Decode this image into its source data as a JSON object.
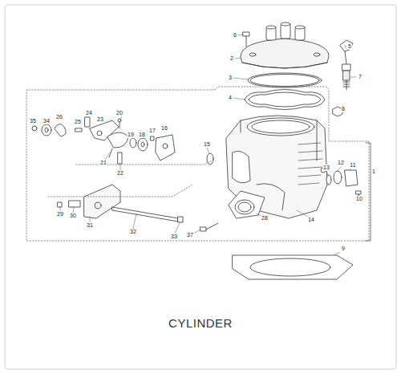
{
  "diagram": {
    "caption": "CYLINDER",
    "labels": [
      "6",
      "5",
      "2",
      "7",
      "3",
      "4",
      "8",
      "35",
      "34",
      "26",
      "25",
      "24",
      "23",
      "20",
      "16",
      "17",
      "18",
      "19",
      "15",
      "1",
      "21",
      "22",
      "13",
      "12",
      "11",
      "10",
      "29",
      "30",
      "14",
      "28",
      "31",
      "32",
      "33",
      "37",
      "9"
    ]
  }
}
